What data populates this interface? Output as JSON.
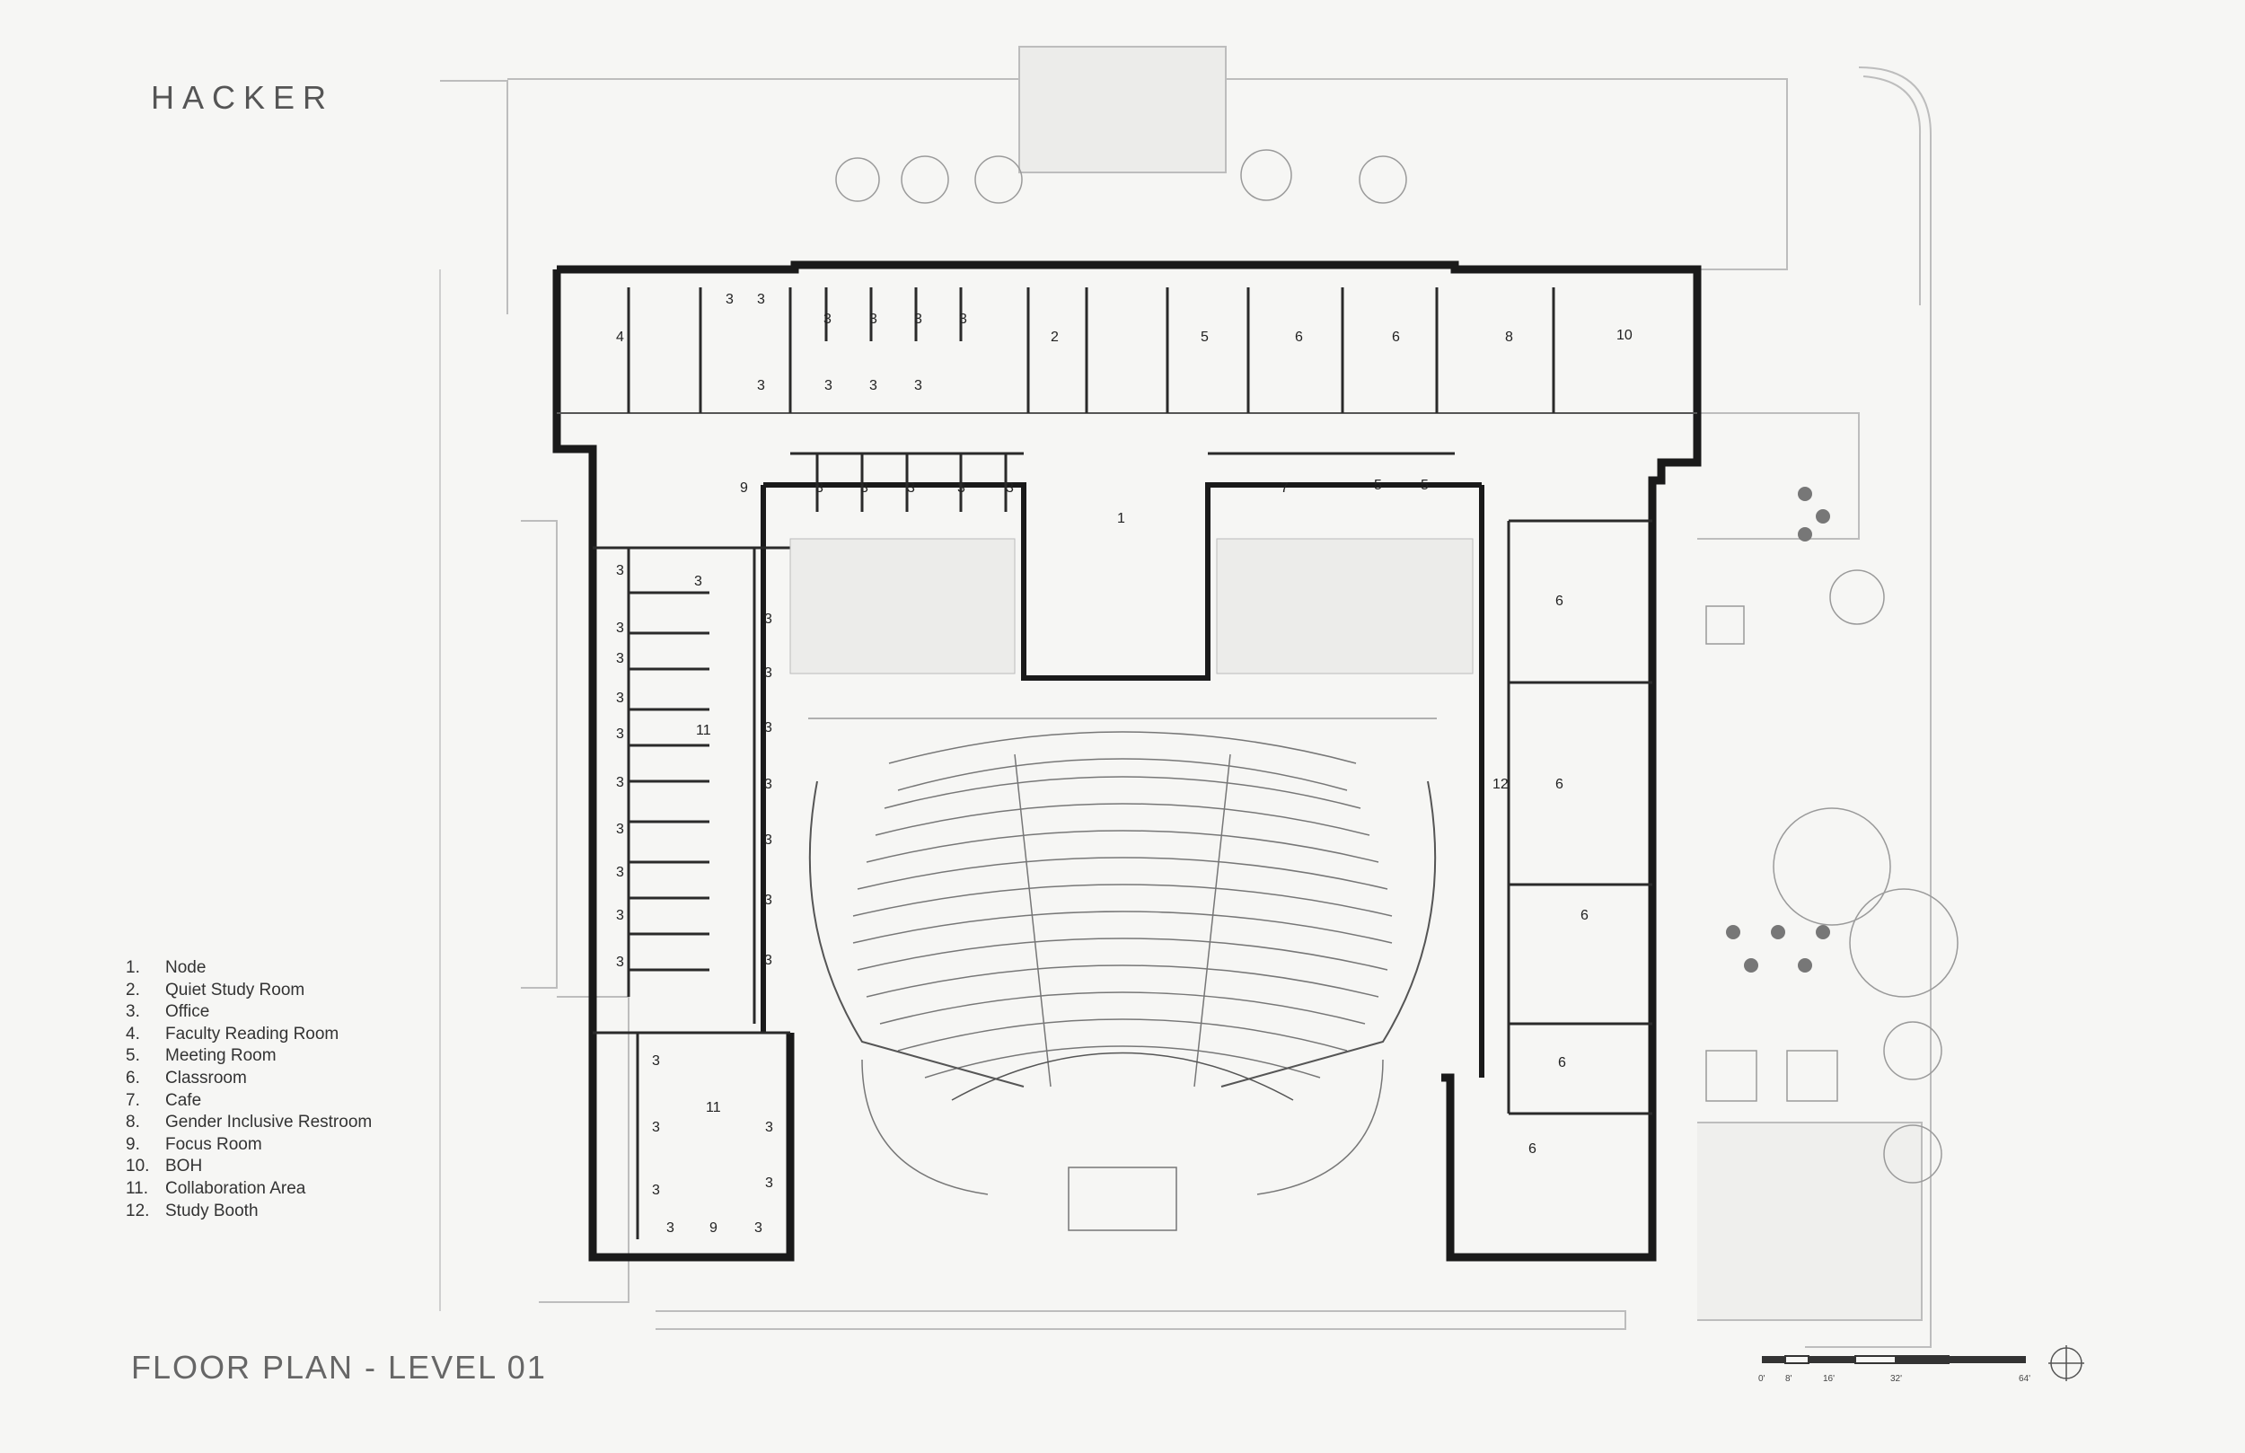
{
  "firm": "HACKER",
  "title": "FLOOR PLAN - LEVEL 01",
  "legend": [
    {
      "num": "1.",
      "label": "Node"
    },
    {
      "num": "2.",
      "label": "Quiet Study Room"
    },
    {
      "num": "3.",
      "label": "Office"
    },
    {
      "num": "4.",
      "label": "Faculty Reading Room"
    },
    {
      "num": "5.",
      "label": "Meeting Room"
    },
    {
      "num": "6.",
      "label": "Classroom"
    },
    {
      "num": "7.",
      "label": "Cafe"
    },
    {
      "num": "8.",
      "label": "Gender Inclusive Restroom"
    },
    {
      "num": "9.",
      "label": "Focus Room"
    },
    {
      "num": "10.",
      "label": "BOH"
    },
    {
      "num": "11.",
      "label": "Collaboration Area"
    },
    {
      "num": "12.",
      "label": "Study Booth"
    }
  ],
  "scale_bar": {
    "labels": [
      "0'",
      "8'",
      "16'",
      "32'",
      "64'"
    ]
  },
  "rooms": {
    "n1": "1",
    "n2": "2",
    "n3": "3",
    "n4": "4",
    "n5": "5",
    "n6": "6",
    "n7": "7",
    "n8": "8",
    "n9": "9",
    "n10": "10",
    "n11": "11",
    "n12": "12"
  },
  "north_arrow_icon": "north-arrow-icon"
}
